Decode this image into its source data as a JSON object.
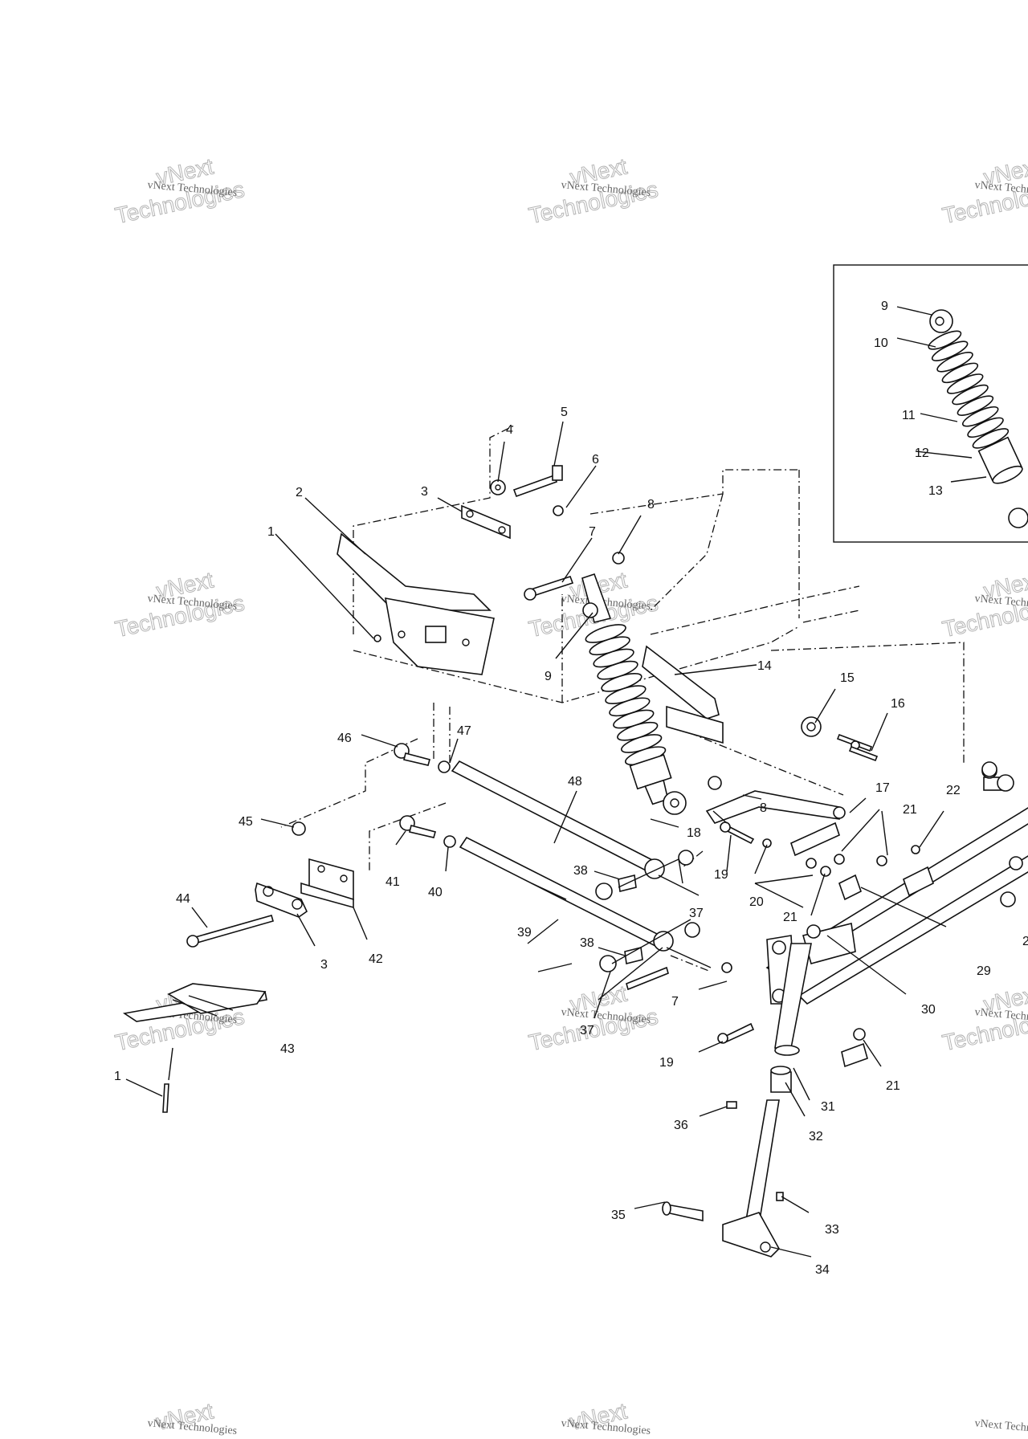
{
  "watermark": {
    "line1": "vNext Technologies",
    "line2": "Technologies",
    "line3": "vNext"
  },
  "callouts": [
    {
      "id": "c1a",
      "text": "1"
    },
    {
      "id": "c2",
      "text": "2"
    },
    {
      "id": "c3a",
      "text": "3"
    },
    {
      "id": "c4",
      "text": "4"
    },
    {
      "id": "c5",
      "text": "5"
    },
    {
      "id": "c6",
      "text": "6"
    },
    {
      "id": "c7a",
      "text": "7"
    },
    {
      "id": "c8a",
      "text": "8"
    },
    {
      "id": "c9a",
      "text": "9"
    },
    {
      "id": "c9b",
      "text": "9"
    },
    {
      "id": "c10",
      "text": "10"
    },
    {
      "id": "c11",
      "text": "11"
    },
    {
      "id": "c12",
      "text": "12"
    },
    {
      "id": "c13",
      "text": "13"
    },
    {
      "id": "c14",
      "text": "14"
    },
    {
      "id": "c15",
      "text": "15"
    },
    {
      "id": "c16",
      "text": "16"
    },
    {
      "id": "c17",
      "text": "17"
    },
    {
      "id": "c18",
      "text": "18"
    },
    {
      "id": "c19a",
      "text": "19"
    },
    {
      "id": "c20",
      "text": "20"
    },
    {
      "id": "c21a",
      "text": "21"
    },
    {
      "id": "c21b",
      "text": "21"
    },
    {
      "id": "c22",
      "text": "22"
    },
    {
      "id": "c8b",
      "text": "8"
    },
    {
      "id": "c45",
      "text": "45"
    },
    {
      "id": "c46",
      "text": "46"
    },
    {
      "id": "c47",
      "text": "47"
    },
    {
      "id": "c48",
      "text": "48"
    },
    {
      "id": "c41",
      "text": "41"
    },
    {
      "id": "c40",
      "text": "40"
    },
    {
      "id": "c38a",
      "text": "38"
    },
    {
      "id": "c37a",
      "text": "37"
    },
    {
      "id": "c39",
      "text": "39"
    },
    {
      "id": "c44",
      "text": "44"
    },
    {
      "id": "c3b",
      "text": "3"
    },
    {
      "id": "c42",
      "text": "42"
    },
    {
      "id": "c38b",
      "text": "38"
    },
    {
      "id": "c37b",
      "text": "37"
    },
    {
      "id": "c7b",
      "text": "7"
    },
    {
      "id": "c19b",
      "text": "19"
    },
    {
      "id": "c43",
      "text": "43"
    },
    {
      "id": "c1b",
      "text": "1"
    },
    {
      "id": "c29",
      "text": "29"
    },
    {
      "id": "c30",
      "text": "30"
    },
    {
      "id": "c21c",
      "text": "21"
    },
    {
      "id": "c31",
      "text": "31"
    },
    {
      "id": "c32",
      "text": "32"
    },
    {
      "id": "c36",
      "text": "36"
    },
    {
      "id": "c35",
      "text": "35"
    },
    {
      "id": "c33",
      "text": "33"
    },
    {
      "id": "c34",
      "text": "34"
    },
    {
      "id": "c2b",
      "text": "2"
    }
  ]
}
